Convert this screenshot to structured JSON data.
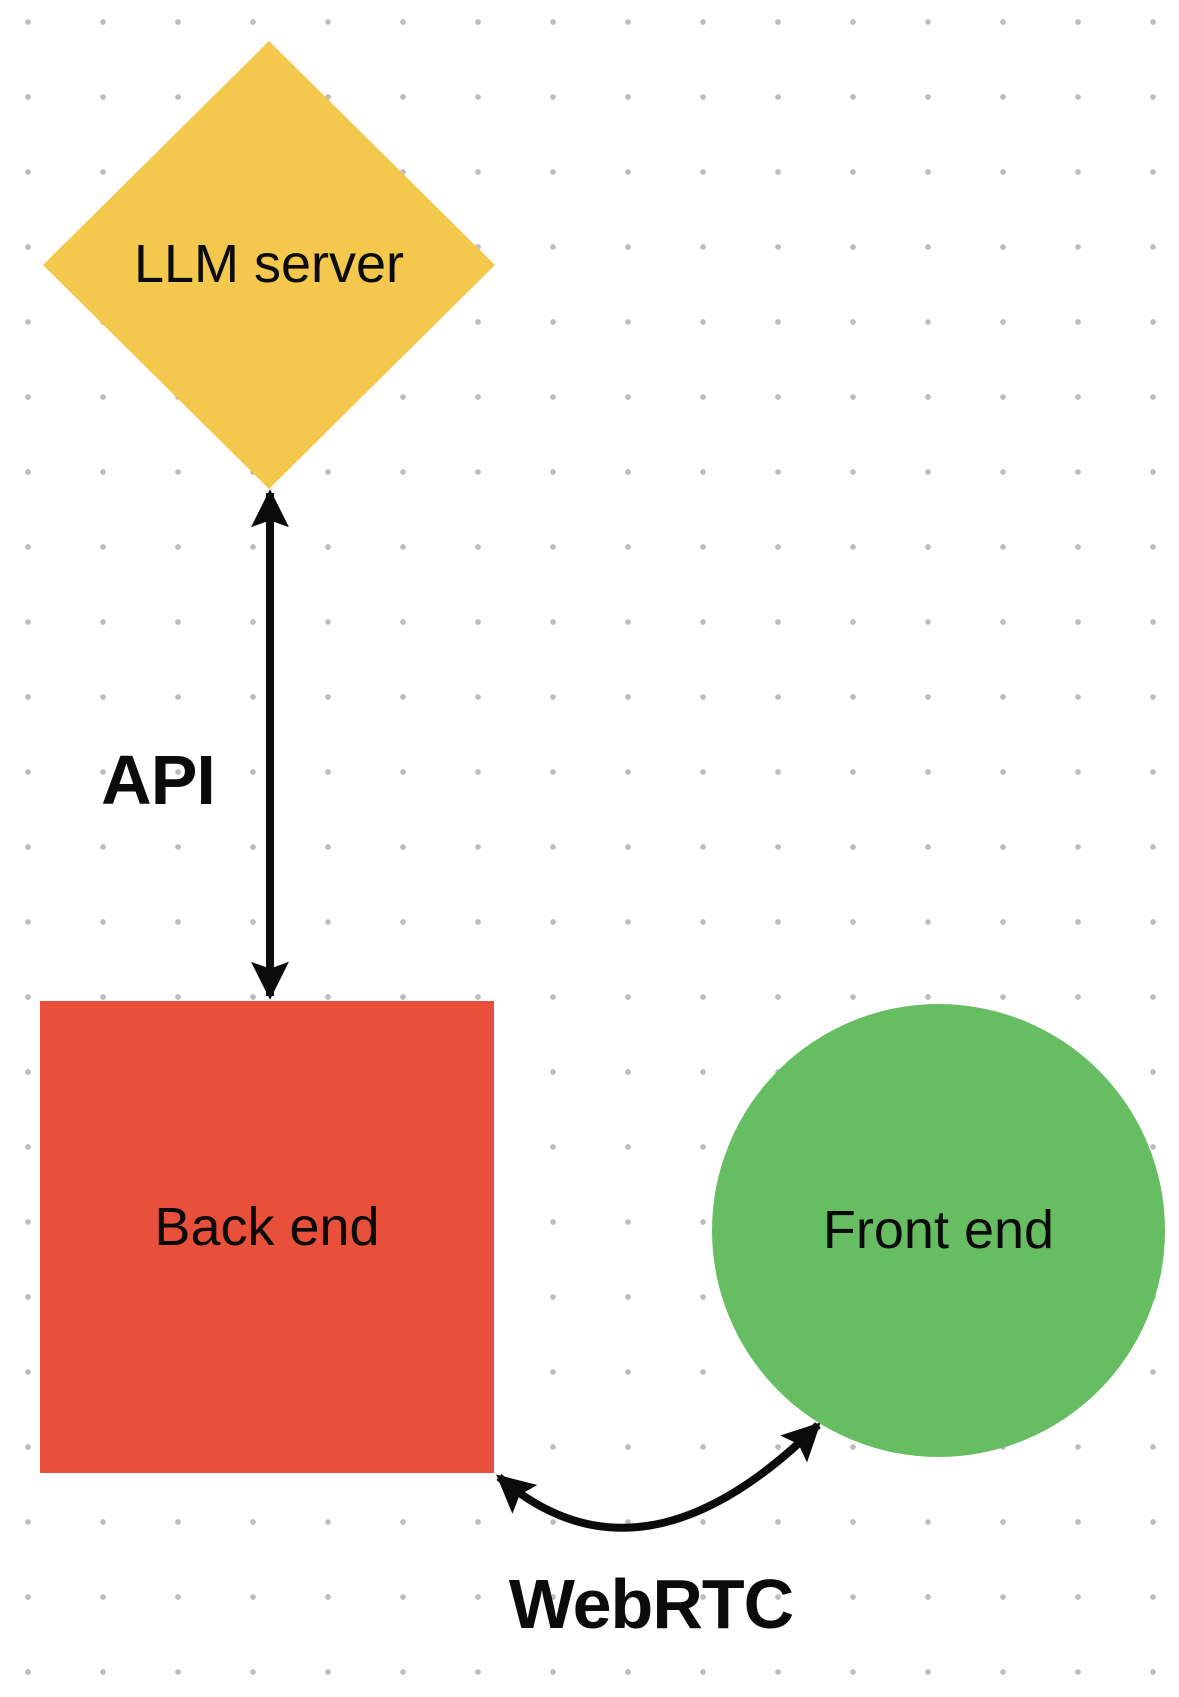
{
  "canvas": {
    "background": "#FFFFFF",
    "dot_color": "#BDBDBD",
    "ink_color": "#0B0B0B"
  },
  "diagram": {
    "nodes": [
      {
        "id": "llm-server",
        "shape": "diamond",
        "label": "LLM server",
        "color": "#F3C84C"
      },
      {
        "id": "back-end",
        "shape": "square",
        "label": "Back end",
        "color": "#E8503B"
      },
      {
        "id": "front-end",
        "shape": "circle",
        "label": "Front end",
        "color": "#67BE62"
      }
    ],
    "edges": [
      {
        "id": "api",
        "label": "API",
        "style": "double-headed-straight-arrow",
        "from": "llm-server",
        "to": "back-end"
      },
      {
        "id": "webrtc",
        "label": "WebRTC",
        "style": "double-headed-curved-arrow",
        "from": "back-end",
        "to": "front-end"
      }
    ]
  }
}
